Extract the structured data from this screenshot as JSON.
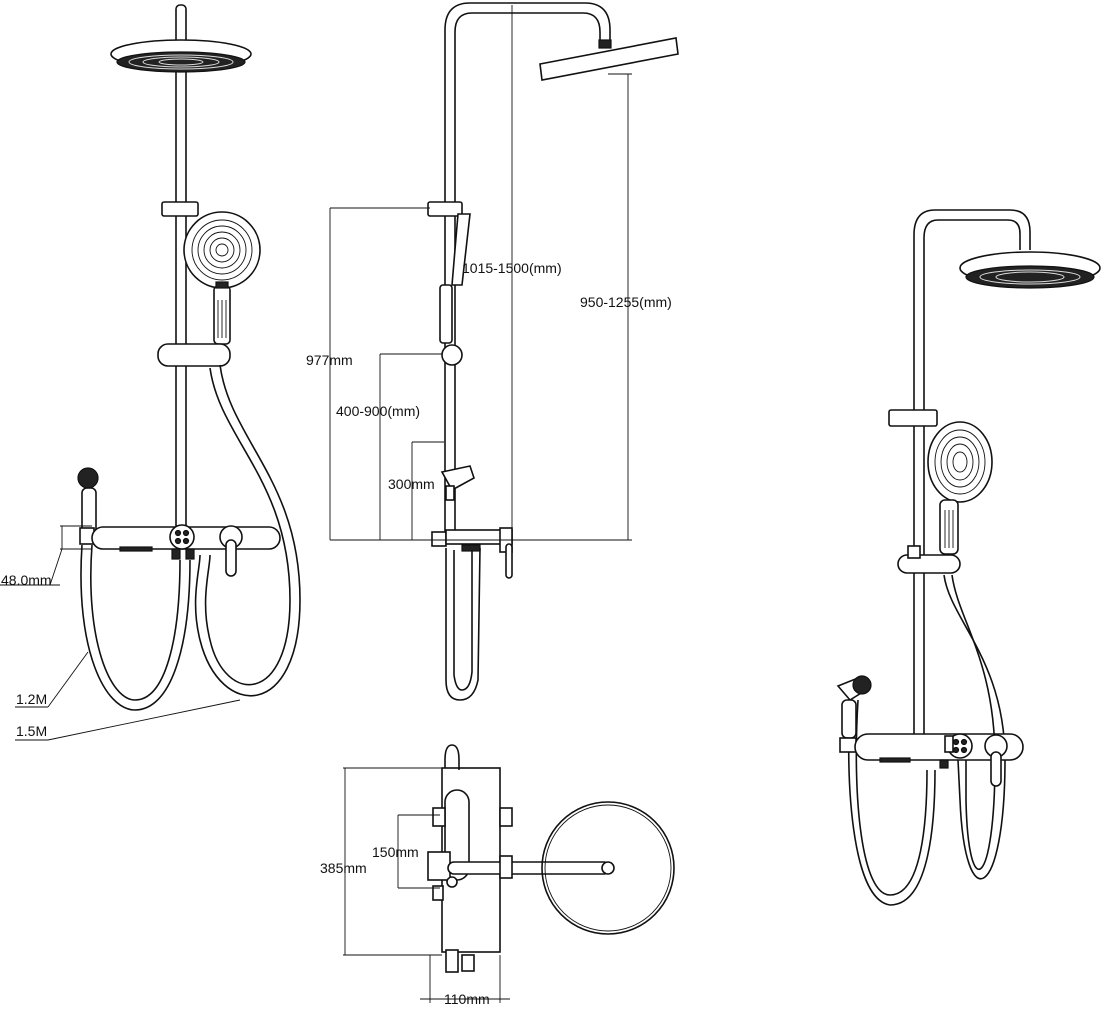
{
  "labels": {
    "hose_len_1": "1.2M",
    "hose_len_2": "1.5M",
    "shelf_height": "48.0mm",
    "rail_height_range": "1015-1500(mm)",
    "rail_height_977": "977mm",
    "slider_range": "400-900(mm)",
    "bracket_height": "300mm",
    "head_height_range": "950-1255(mm)",
    "arm_offset": "150mm",
    "arm_length": "385mm",
    "depth": "110mm"
  }
}
